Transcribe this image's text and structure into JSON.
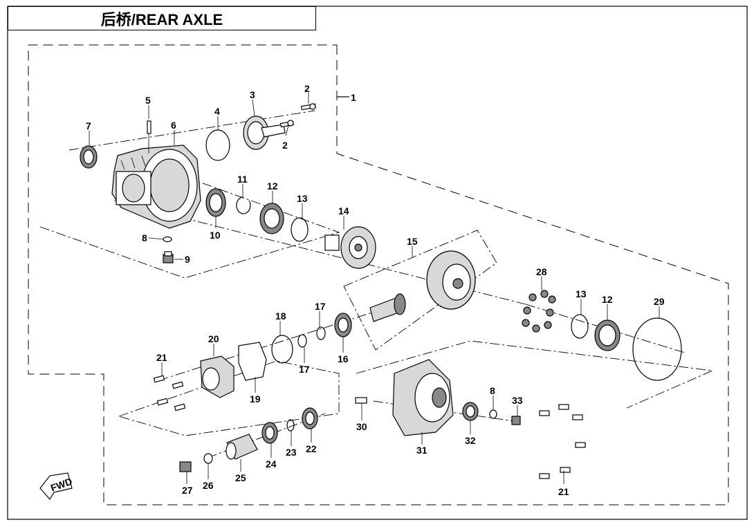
{
  "title": "后桥/REAR AXLE",
  "callouts": [
    {
      "id": "c1",
      "label": "1"
    },
    {
      "id": "c2a",
      "label": "2"
    },
    {
      "id": "c2b",
      "label": "2"
    },
    {
      "id": "c3",
      "label": "3"
    },
    {
      "id": "c4",
      "label": "4"
    },
    {
      "id": "c5",
      "label": "5"
    },
    {
      "id": "c6",
      "label": "6"
    },
    {
      "id": "c7",
      "label": "7"
    },
    {
      "id": "c8a",
      "label": "8"
    },
    {
      "id": "c8b",
      "label": "8"
    },
    {
      "id": "c9",
      "label": "9"
    },
    {
      "id": "c10",
      "label": "10"
    },
    {
      "id": "c11",
      "label": "11"
    },
    {
      "id": "c12a",
      "label": "12"
    },
    {
      "id": "c12b",
      "label": "12"
    },
    {
      "id": "c13a",
      "label": "13"
    },
    {
      "id": "c13b",
      "label": "13"
    },
    {
      "id": "c14",
      "label": "14"
    },
    {
      "id": "c15",
      "label": "15"
    },
    {
      "id": "c16",
      "label": "16"
    },
    {
      "id": "c17a",
      "label": "17"
    },
    {
      "id": "c17b",
      "label": "17"
    },
    {
      "id": "c18",
      "label": "18"
    },
    {
      "id": "c19",
      "label": "19"
    },
    {
      "id": "c20",
      "label": "20"
    },
    {
      "id": "c21a",
      "label": "21"
    },
    {
      "id": "c21b",
      "label": "21"
    },
    {
      "id": "c22",
      "label": "22"
    },
    {
      "id": "c23",
      "label": "23"
    },
    {
      "id": "c24",
      "label": "24"
    },
    {
      "id": "c25",
      "label": "25"
    },
    {
      "id": "c26",
      "label": "26"
    },
    {
      "id": "c27",
      "label": "27"
    },
    {
      "id": "c28",
      "label": "28"
    },
    {
      "id": "c29",
      "label": "29"
    },
    {
      "id": "c30",
      "label": "30"
    },
    {
      "id": "c31",
      "label": "31"
    },
    {
      "id": "c32",
      "label": "32"
    },
    {
      "id": "c33",
      "label": "33"
    }
  ],
  "fwd_label": "FWD"
}
